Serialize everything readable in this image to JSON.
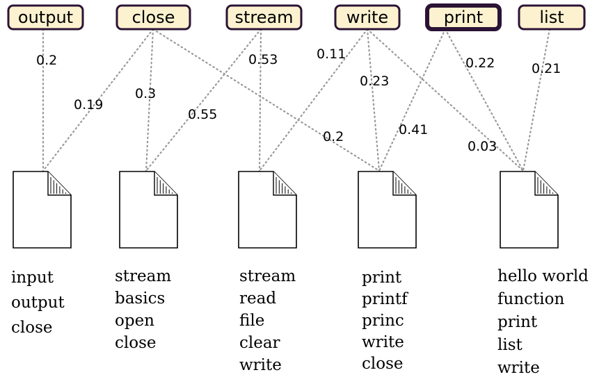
{
  "terms": [
    {
      "id": "output",
      "label": "output"
    },
    {
      "id": "close",
      "label": "close"
    },
    {
      "id": "stream",
      "label": "stream"
    },
    {
      "id": "write",
      "label": "write"
    },
    {
      "id": "print",
      "label": "print",
      "highlighted": true
    },
    {
      "id": "list",
      "label": "list"
    }
  ],
  "documents": [
    {
      "id": "doc1",
      "words": [
        "input",
        "output",
        "close"
      ]
    },
    {
      "id": "doc2",
      "words": [
        "stream",
        "basics",
        "open",
        "close"
      ]
    },
    {
      "id": "doc3",
      "words": [
        "stream",
        "read",
        "file",
        "clear",
        "write"
      ]
    },
    {
      "id": "doc4",
      "words": [
        "print",
        "printf",
        "princ",
        "write",
        "close"
      ]
    },
    {
      "id": "doc5",
      "words": [
        "hello world",
        "function",
        "print",
        "list",
        "write"
      ]
    }
  ],
  "edges": [
    {
      "from": "output",
      "to": "doc1",
      "weight": "0.2"
    },
    {
      "from": "close",
      "to": "doc1",
      "weight": "0.19"
    },
    {
      "from": "close",
      "to": "doc2",
      "weight": "0.3"
    },
    {
      "from": "close",
      "to": "doc4",
      "weight": "0.2"
    },
    {
      "from": "stream",
      "to": "doc2",
      "weight": "0.55"
    },
    {
      "from": "stream",
      "to": "doc3",
      "weight": "0.53"
    },
    {
      "from": "write",
      "to": "doc3",
      "weight": "0.11"
    },
    {
      "from": "write",
      "to": "doc4",
      "weight": "0.23"
    },
    {
      "from": "write",
      "to": "doc5",
      "weight": "0.03"
    },
    {
      "from": "print",
      "to": "doc4",
      "weight": "0.41"
    },
    {
      "from": "print",
      "to": "doc5",
      "weight": "0.22"
    },
    {
      "from": "list",
      "to": "doc5",
      "weight": "0.21"
    }
  ],
  "colors": {
    "term_fill": "#fdf2d0",
    "term_stroke": "#2b1335",
    "edge": "#999999",
    "doc_stroke": "#000000"
  }
}
